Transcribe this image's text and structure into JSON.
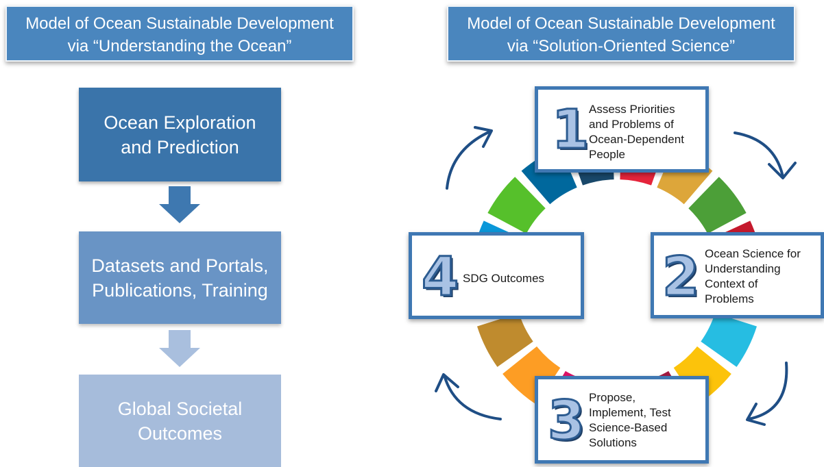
{
  "left_model": {
    "title_line1": "Model of Ocean Sustainable Development",
    "title_line2": "via “Understanding the Ocean”",
    "boxes": [
      {
        "lines": [
          "Ocean Exploration",
          "and Prediction"
        ]
      },
      {
        "lines": [
          "Datasets and Portals,",
          "Publications, Training"
        ]
      },
      {
        "lines": [
          "Global Societal",
          "Outcomes"
        ]
      }
    ],
    "colors": {
      "box1": "#3a74aa",
      "box2": "#6994c5",
      "box3": "#a6bcdb",
      "arrow1": "#3e78b0",
      "arrow2": "#a9bfde"
    }
  },
  "right_model": {
    "title_line1": "Model of Ocean Sustainable Development",
    "title_line2": "via “Solution-Oriented Science”",
    "steps": [
      {
        "number": "1",
        "lines": [
          "Assess Priorities",
          "and Problems of",
          "Ocean-Dependent",
          "People"
        ]
      },
      {
        "number": "2",
        "lines": [
          "Ocean Science for",
          "Understanding",
          "Context of",
          "Problems"
        ]
      },
      {
        "number": "3",
        "lines": [
          "Propose,",
          "Implement, Test",
          "Science-Based",
          "Solutions"
        ]
      },
      {
        "number": "4",
        "lines": [
          "SDG Outcomes"
        ]
      }
    ],
    "sdg_wheel_colors": [
      "#e5243b",
      "#dda63a",
      "#4c9f38",
      "#c5192d",
      "#ff3a21",
      "#26bde2",
      "#fcc30b",
      "#a21942",
      "#fd6925",
      "#dd1367",
      "#fd9d24",
      "#bf8b2e",
      "#3f7e44",
      "#0a97d9",
      "#56c02b",
      "#00689d",
      "#19486a"
    ],
    "accent": "#3f78b3",
    "arrow_color": "#1f4e85"
  }
}
